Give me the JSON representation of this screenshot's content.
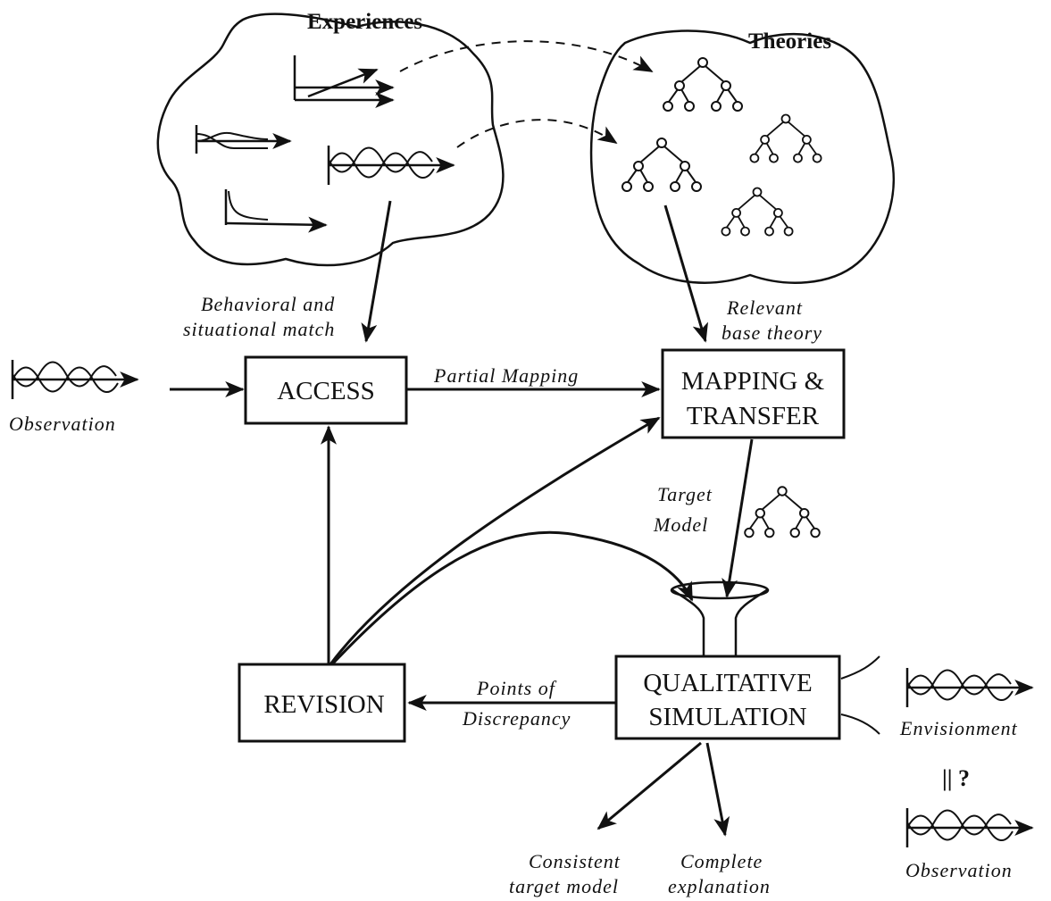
{
  "clouds": {
    "experiences_title": "Experiences",
    "theories_title": "Theories"
  },
  "boxes": {
    "access": "ACCESS",
    "mapping_line1": "MAPPING &",
    "mapping_line2": "TRANSFER",
    "revision": "REVISION",
    "qualitative_line1": "QUALITATIVE",
    "qualitative_line2": "SIMULATION"
  },
  "labels": {
    "behavioral_line1": "Behavioral and",
    "behavioral_line2": "situational match",
    "relevant_line1": "Relevant",
    "relevant_line2": "base theory",
    "partial_mapping": "Partial  Mapping",
    "target_line1": "Target",
    "target_line2": "Model",
    "points_line1": "Points of",
    "points_line2": "Discrepancy",
    "observation_left": "Observation",
    "envisionment": "Envisionment",
    "compare_symbol": "|| ?",
    "observation_right": "Observation",
    "consistent_line1": "Consistent",
    "consistent_line2": "target model",
    "complete_line1": "Complete",
    "complete_line2": "explanation"
  },
  "colors": {
    "ink": "#111111",
    "background": "#ffffff"
  }
}
